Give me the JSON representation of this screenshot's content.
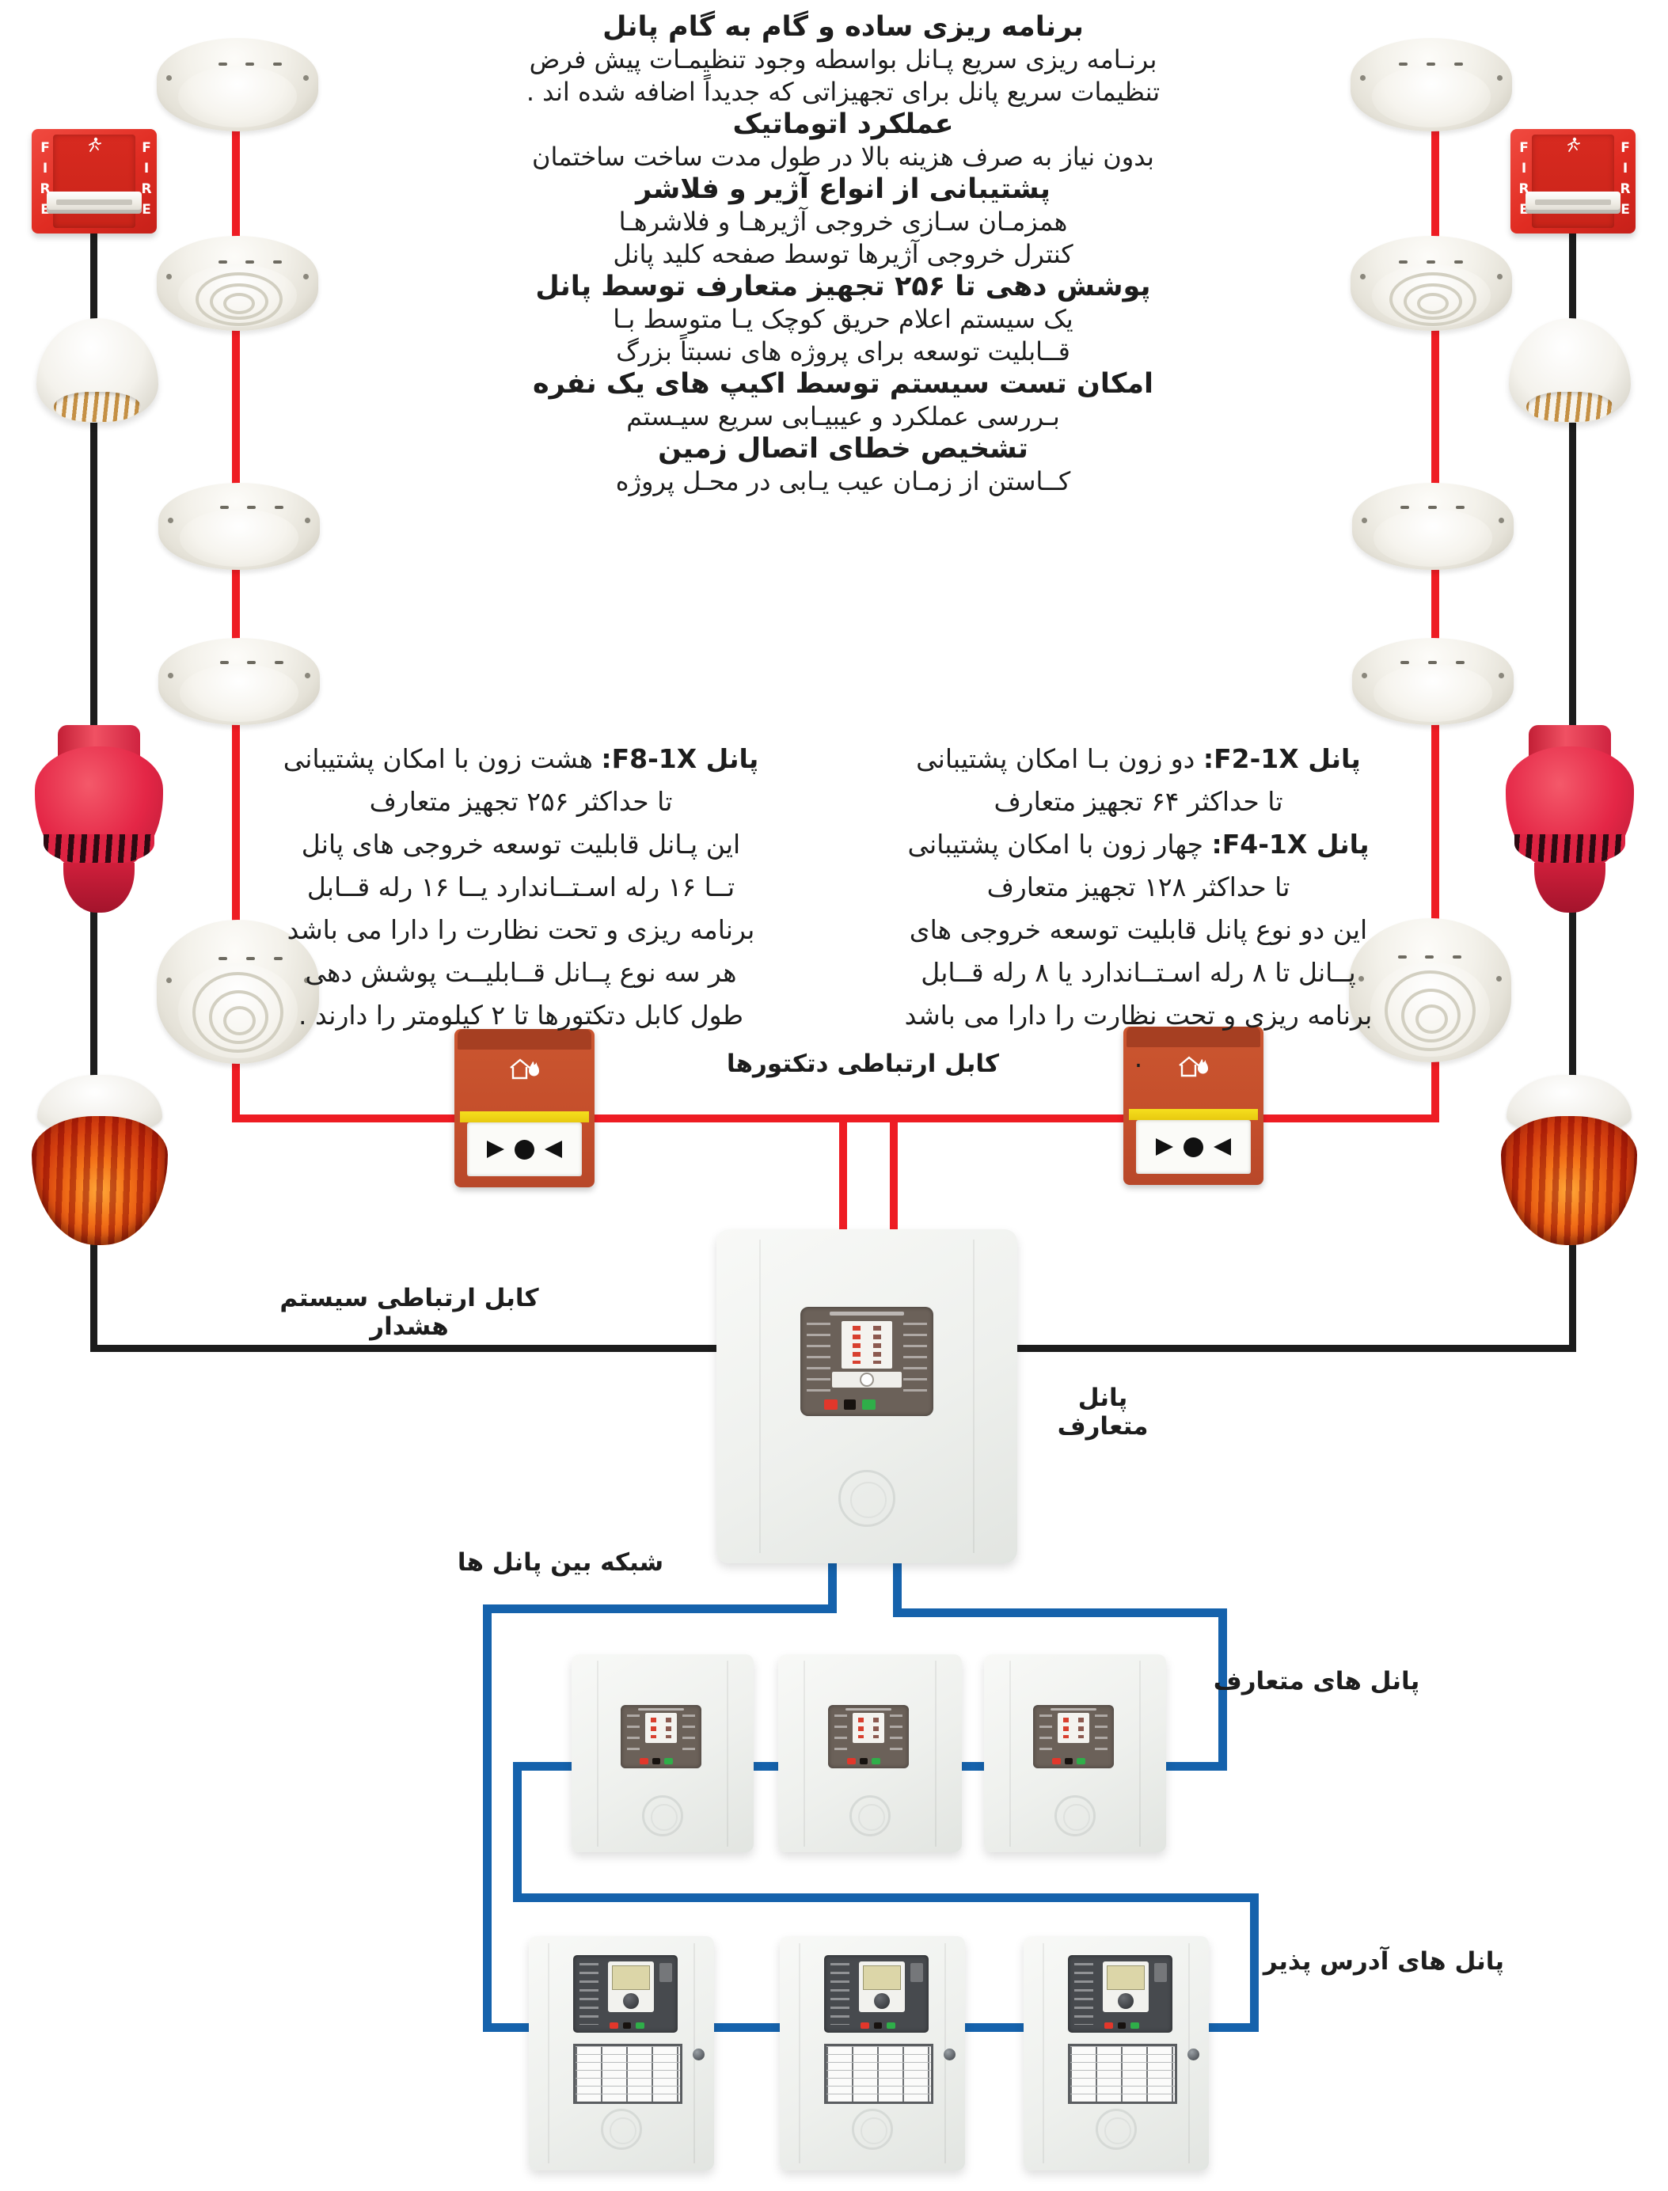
{
  "colors": {
    "red_wire": "#ee1c23",
    "black_wire": "#1c1c1c",
    "blue_wire": "#1562ac",
    "strobe_red": "#e02c22",
    "call_point_orange": "#c44e2b",
    "panel_body": "#eef0ed",
    "control_panel_dark": "#6b6159",
    "lcd_green": "#dcd6a8",
    "yellow_band": "#f0d414"
  },
  "features": [
    {
      "heading": "برنامه ریزی ساده و گام به گام پانل",
      "lines": [
        "برنـامه ریزی سریع پـانل بواسطه وجود تنظیمـات پیش فرض",
        "تنظیمات سریع پانل برای تجهیزاتی که جدیداً اضافه شده اند ."
      ]
    },
    {
      "heading": "عملکرد اتوماتیک",
      "lines": [
        "بدون نیاز به صرف هزینه بالا در طول مدت ساخت ساختمان"
      ]
    },
    {
      "heading": "پشتیبانی از انواع آژیر و فلاشر",
      "lines": [
        "همزمـان سـازی خروجی آژیرهـا و فلاشرهـا",
        "کنترل خروجی آژیرها توسط صفحه کلید پانل"
      ]
    },
    {
      "heading": "پوشش دهی تا ۲۵۶ تجهیز متعارف توسط پانل",
      "lines": [
        "یک سیستم اعلام حریق کوچک یـا متوسط بـا",
        "قــابلیت توسعه برای پروژه های نسبتاً بزرگ"
      ]
    },
    {
      "heading": "امکان تست سیستم توسط اکیپ های یک نفره",
      "lines": [
        "بـررسی عملکرد و عیبیـابی سریع سیـستم"
      ]
    },
    {
      "heading": "تشخیص خطای اتصال زمین",
      "lines": [
        "کــاستن از زمـان عیب یـابی در محـل پروژه"
      ]
    }
  ],
  "left_info": {
    "model": "پانل F8-1X:",
    "model_rest": "هشت زون با امکان پشتیبانی",
    "lines": [
      "تا حداکثر ۲۵۶ تجهیز متعارف",
      "این پـانل قابلیت توسعه خروجی های پانل",
      "تــا ۱۶ رله اسـتــاندارد یــا ۱۶ رله قــابل",
      "برنامه ریزی و تحت نظارت را دارا می باشد",
      "هر سه نوع پــانل قــابلیــت پوشش دهی",
      "طول کابل دتکتورها تا ۲ کیلومتر را دارند ."
    ]
  },
  "right_info": {
    "model_a": "پانل F2-1X:",
    "rest_a": "دو زون بـا امکان پشتیبانی",
    "line_a2": "تا حداکثر ۶۴ تجهیز متعارف",
    "model_b": "پانل F4-1X:",
    "rest_b": "چهار زون با امکان پشتیبانی",
    "line_b2": "تا حداکثر ۱۲۸ تجهیز متعارف",
    "lines": [
      "این دو نوع پانل قابلیت توسعه خروجی های",
      "پــانل تا ۸ رله اسـتــاندارد یا ۸ رله قــابل",
      "برنامه ریزی و تحت نظارت را دارا می باشد ."
    ]
  },
  "labels": {
    "detectors_cable": "کابل ارتباطی دتکتورها",
    "alarm_cable": "کابل ارتباطی سیستم هشدار",
    "conventional_panel": "پانل متعارف",
    "panel_network": "شبکه بین پانل ها",
    "conventional_panels": "پانل های متعارف",
    "addressable_panels": "پانل های آدرس پذیر"
  },
  "strobe": {
    "fire_text": "FIRE"
  }
}
